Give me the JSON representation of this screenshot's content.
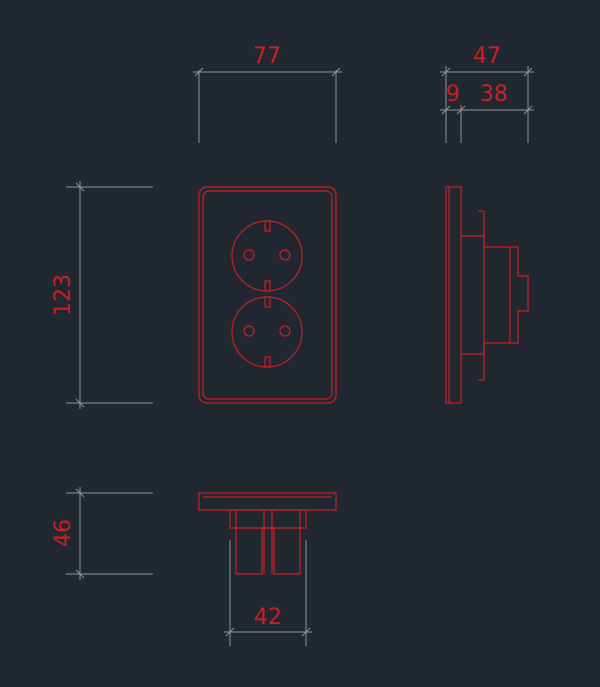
{
  "colors": {
    "background": "#222831",
    "dimension_line": "#8f959b",
    "geometry": "#cc1f24",
    "dimension_text": "#cc1f24"
  },
  "dimensions": {
    "front_width": "77",
    "side_total_depth": "47",
    "side_plate_depth": "9",
    "side_body_depth": "38",
    "front_height": "123",
    "top_depth": "46",
    "top_body_width": "42"
  }
}
